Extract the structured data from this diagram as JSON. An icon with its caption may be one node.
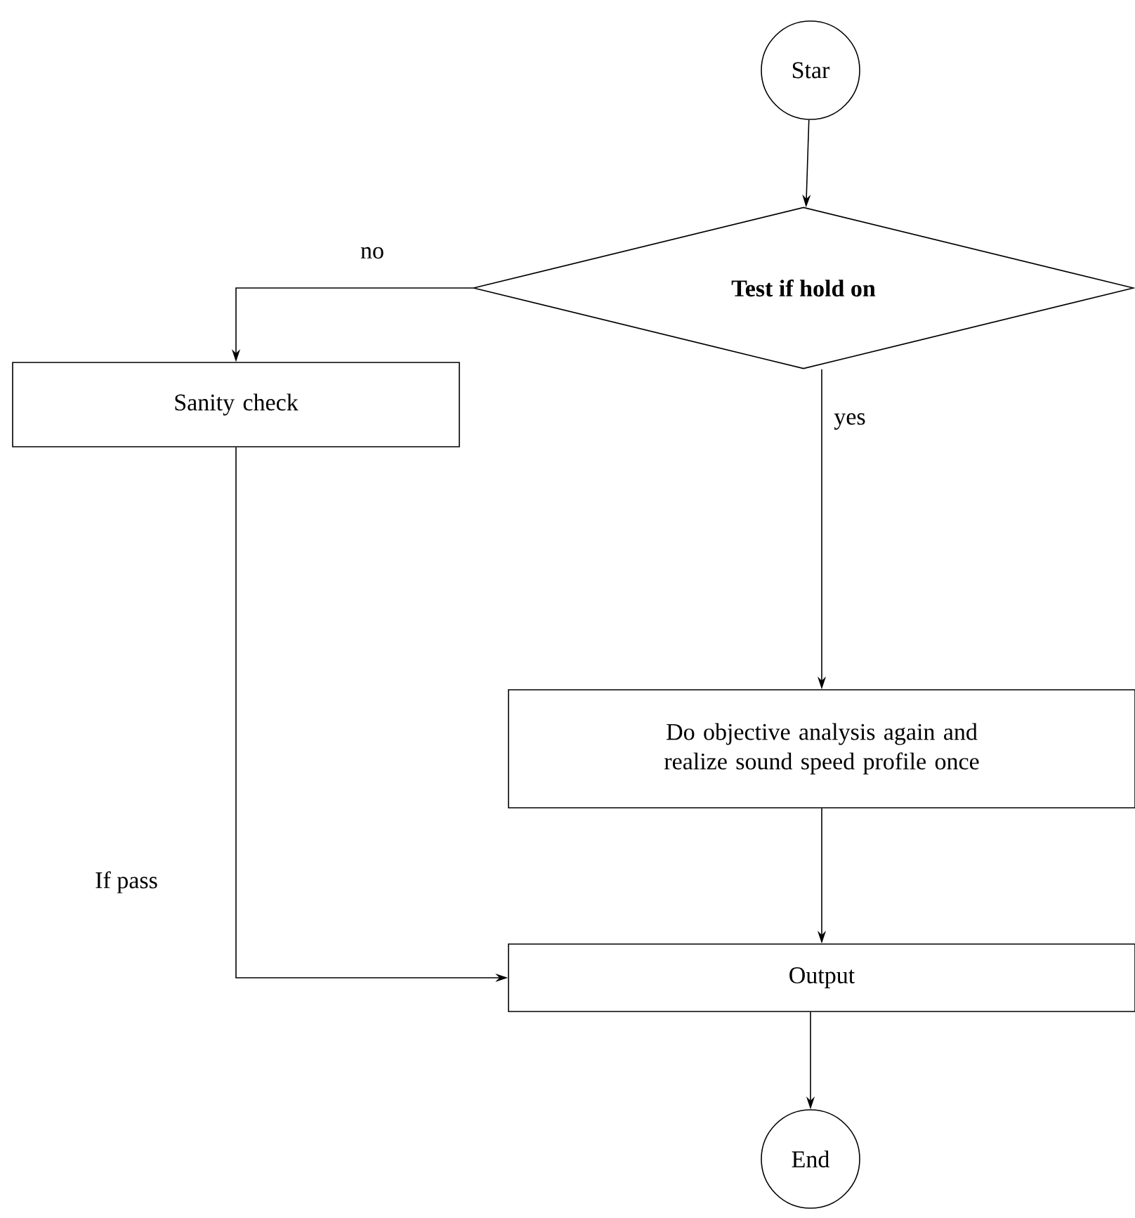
{
  "diagram": {
    "nodes": [
      {
        "text": [
          "Star"
        ]
      },
      {
        "text": [
          "Test if hold on"
        ]
      },
      {
        "text": [
          "Sanity check"
        ]
      },
      {
        "text": [
          "Do objective analysis again and realize sound speed profile once"
        ]
      },
      {
        "text": [
          "Output"
        ]
      },
      {
        "text": [
          "End"
        ]
      }
    ],
    "edges": [
      {
        "from": 0,
        "to": 1,
        "arrow": "to"
      },
      {
        "from": 1,
        "to": 2,
        "arrow": "to",
        "label": "no"
      },
      {
        "from": 1,
        "to": 3,
        "arrow": "to",
        "label": "yes"
      },
      {
        "from": 2,
        "to": 4,
        "arrow": "to",
        "label": "If pass"
      },
      {
        "from": 3,
        "to": 4,
        "arrow": "to"
      },
      {
        "from": 4,
        "to": 5,
        "arrow": "to"
      }
    ]
  }
}
